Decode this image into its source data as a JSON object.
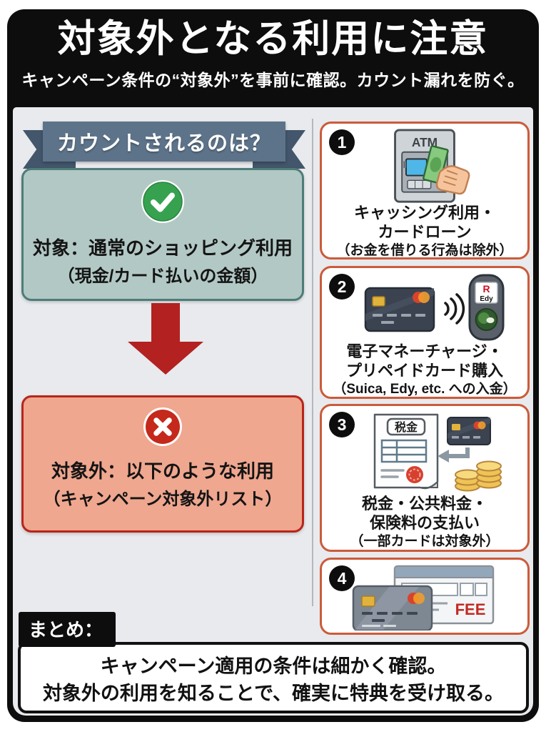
{
  "header": {
    "title": "対象外となる利用に注意",
    "subtitle": "キャンペーン条件の“対象外”を事前に確認。カウント漏れを防ぐ。"
  },
  "left": {
    "banner": "カウントされるのは？",
    "eligible": {
      "line1": "対象：通常のショッピング利用",
      "line2": "（現金/カード払いの金額）"
    },
    "excluded": {
      "line1": "対象外：以下のような利用",
      "line2": "（キャンペーン対象外リスト）"
    }
  },
  "cards": [
    {
      "number": "1",
      "line1": "キャッシング利用・",
      "line2": "カードローン",
      "note": "（お金を借りる行為は除外）"
    },
    {
      "number": "2",
      "line1": "電子マネーチャージ・",
      "line2": "プリペイドカード購入",
      "note": "（Suica, Edy, etc. への入金）"
    },
    {
      "number": "3",
      "line1": "税金・公共料金・",
      "line2": "保険料の支払い",
      "note": "（一部カードは対象外）"
    },
    {
      "number": "4"
    }
  ],
  "illustrations": {
    "atm_label": "ATM",
    "edy_brand": "R",
    "edy_name": "Edy",
    "tax_label": "税金",
    "fee_label": "FEE"
  },
  "summary": {
    "label": "まとめ：",
    "line1": "キャンペーン適用の条件は細かく確認。",
    "line2": "対象外の利用を知ることで、確実に特典を受け取る。"
  },
  "colors": {
    "frame": "#0d0d0d",
    "panel_bg": "#e8eaed",
    "ribbon": "#5d7389",
    "ribbon_tail": "#43566b",
    "eligible_bg": "#b2c8c4",
    "eligible_border": "#4d7d78",
    "check_green": "#36a24f",
    "excluded_bg": "#efa78f",
    "excluded_border": "#b7261b",
    "x_red": "#c5291b",
    "arrow_red": "#b32121",
    "card_border": "#cb5b3a"
  }
}
